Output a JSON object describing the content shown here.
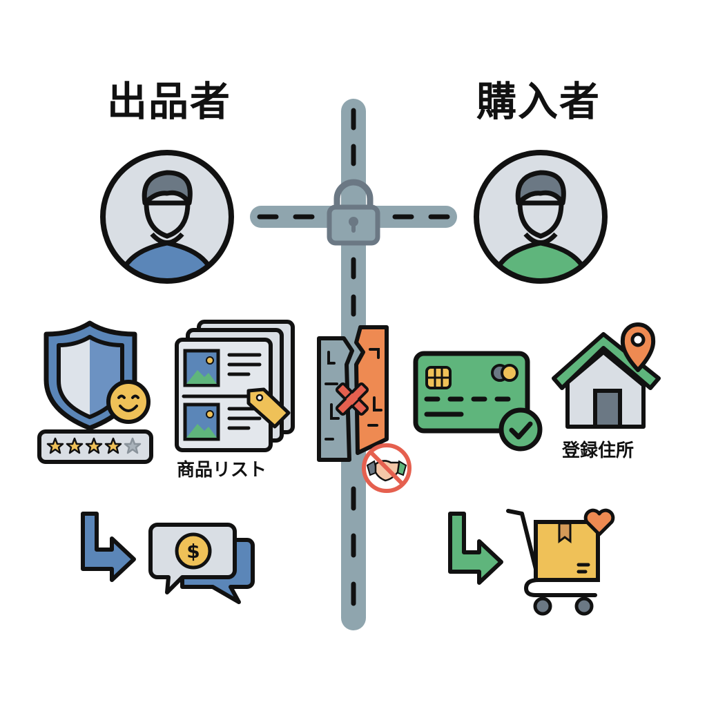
{
  "diagram": {
    "left_party": {
      "title": "出品者",
      "avatar_shirt_color": "#5b86b8",
      "items": [
        {
          "icon": "shield-smile-icon",
          "label": "",
          "rating": {
            "filled": 4,
            "total": 5
          }
        },
        {
          "icon": "product-list-icon",
          "label": "商品リスト"
        },
        {
          "icon": "arrow-to-chat-dollar-icon",
          "label": ""
        }
      ]
    },
    "right_party": {
      "title": "購入者",
      "avatar_shirt_color": "#5fb57c",
      "items": [
        {
          "icon": "credit-card-check-icon",
          "label": ""
        },
        {
          "icon": "home-location-icon",
          "label": "登録住所"
        },
        {
          "icon": "arrow-to-cart-icon",
          "label": ""
        }
      ]
    },
    "center": {
      "divider": "road-divider",
      "lock_icon": "padlock-icon",
      "broken_wall_icon": "broken-wall-x-icon",
      "no_deal_icon": "no-handshake-icon"
    },
    "colors": {
      "road": "#8fa5ae",
      "lock": "#6b7884",
      "seller_blue": "#5b86b8",
      "buyer_green": "#5fb57c",
      "accent_orange": "#ee8a52",
      "accent_yellow": "#efc158",
      "x_red": "#e5604f",
      "light_fill": "#d9dee4",
      "outline": "#111111"
    }
  }
}
